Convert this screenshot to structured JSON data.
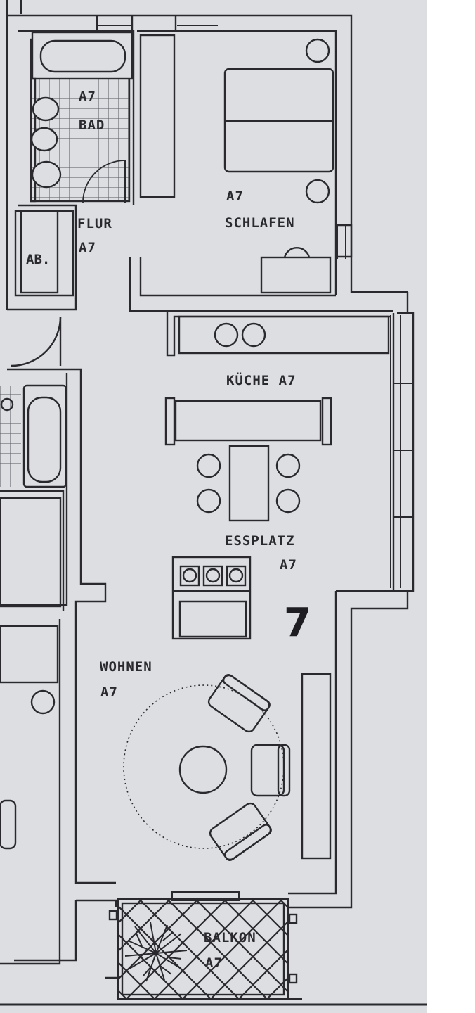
{
  "plan": {
    "unit_number": "7",
    "rooms": {
      "bad": {
        "code": "A7",
        "name": "BAD"
      },
      "flur": {
        "name": "FLUR",
        "code": "A7"
      },
      "abstell": {
        "name": "AB."
      },
      "schlafen": {
        "code": "A7",
        "name": "SCHLAFEN"
      },
      "kueche": {
        "name": "KÜCHE A7"
      },
      "essplatz": {
        "name": "ESSPLATZ",
        "code": "A7"
      },
      "wohnen": {
        "name": "WOHNEN",
        "code": "A7"
      },
      "balkon": {
        "name": "BALKON",
        "code": "A7"
      }
    },
    "colors": {
      "paper": "#dcdee2",
      "ink": "#2a2a2e"
    }
  }
}
